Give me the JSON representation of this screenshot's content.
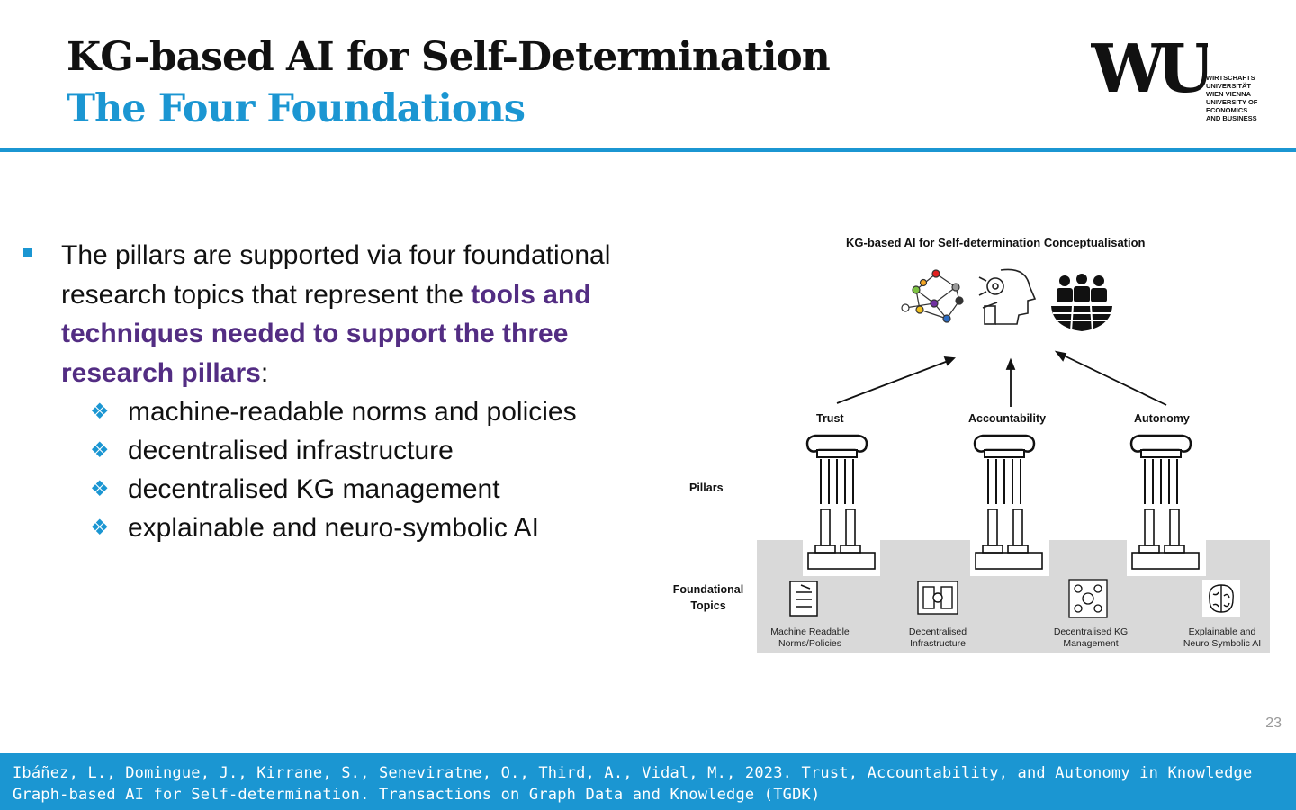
{
  "header": {
    "title": "KG-based AI for Self-Determination",
    "subtitle": "The Four Foundations"
  },
  "logo": {
    "mark": "WU",
    "lines": [
      "WIRTSCHAFTS",
      "UNIVERSITÄT",
      "WIEN VIENNA",
      "UNIVERSITY OF",
      "ECONOMICS",
      "AND BUSINESS"
    ]
  },
  "body": {
    "intro_pre": "The pillars are supported via four foundational research topics that represent the ",
    "intro_highlight": "tools and techniques needed to support the three research pillars",
    "intro_post": ":",
    "items": [
      "machine-readable norms and policies",
      "decentralised infrastructure",
      "decentralised KG management",
      "explainable and neuro-symbolic AI"
    ]
  },
  "figure": {
    "title": "KG-based AI for Self-determination Conceptualisation",
    "pillars": [
      "Trust",
      "Accountability",
      "Autonomy"
    ],
    "row_label_pillars": "Pillars",
    "row_label_foundational": "Foundational",
    "row_label_topics": "Topics",
    "topics": [
      {
        "line1": "Machine Readable",
        "line2": "Norms/Policies"
      },
      {
        "line1": "Decentralised",
        "line2": "Infrastructure"
      },
      {
        "line1": "Decentralised KG",
        "line2": "Management"
      },
      {
        "line1": "Explainable and",
        "line2": "Neuro Symbolic AI"
      }
    ]
  },
  "page_number": "23",
  "footer": {
    "line1": "Ibáñez, L., Domingue, J., Kirrane, S., Seneviratne, O., Third, A., Vidal, M., 2023. Trust, Accountability, and Autonomy in Knowledge",
    "line2": "Graph-based AI for Self-determination. Transactions on Graph Data and Knowledge (TGDK)"
  },
  "colors": {
    "accent": "#1b96d2",
    "highlight": "#532d83"
  }
}
